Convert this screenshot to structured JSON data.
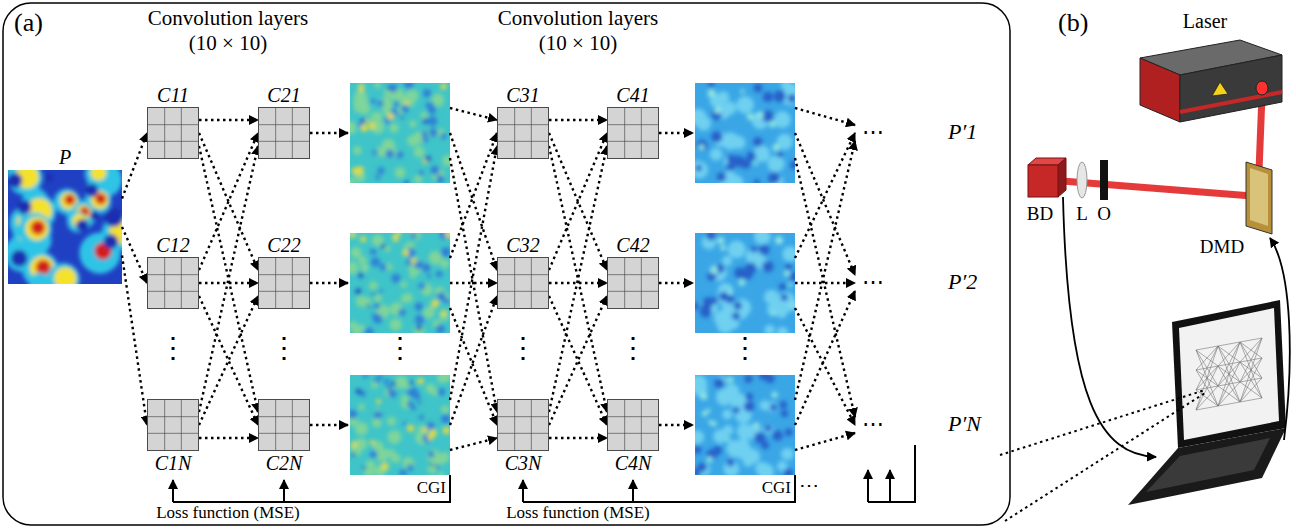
{
  "diagram": {
    "nodes": [
      {
        "text": [
          "P"
        ]
      },
      {
        "text": [
          "C11"
        ]
      },
      {
        "text": [
          "C12"
        ]
      },
      {
        "text": [
          "C1N"
        ]
      },
      {
        "text": [
          "C21"
        ]
      },
      {
        "text": [
          "C22"
        ]
      },
      {
        "text": [
          "C2N"
        ]
      },
      {
        "text": [
          "C31"
        ]
      },
      {
        "text": [
          "C32"
        ]
      },
      {
        "text": [
          "C3N"
        ]
      },
      {
        "text": [
          "C41"
        ]
      },
      {
        "text": [
          "C42"
        ]
      },
      {
        "text": [
          "C4N"
        ]
      }
    ],
    "edges": [
      {
        "from": 0,
        "to": 1,
        "arrow": "to"
      },
      {
        "from": 0,
        "to": 2,
        "arrow": "to"
      },
      {
        "from": 0,
        "to": 3,
        "arrow": "to"
      },
      {
        "from": 1,
        "to": 4,
        "arrow": "to"
      },
      {
        "from": 1,
        "to": 5,
        "arrow": "to"
      },
      {
        "from": 1,
        "to": 6,
        "arrow": "to"
      },
      {
        "from": 2,
        "to": 4,
        "arrow": "to"
      },
      {
        "from": 2,
        "to": 5,
        "arrow": "to"
      },
      {
        "from": 2,
        "to": 6,
        "arrow": "to"
      },
      {
        "from": 3,
        "to": 4,
        "arrow": "to"
      },
      {
        "from": 3,
        "to": 5,
        "arrow": "to"
      },
      {
        "from": 3,
        "to": 6,
        "arrow": "to"
      },
      {
        "from": 7,
        "to": 10,
        "arrow": "to"
      },
      {
        "from": 7,
        "to": 11,
        "arrow": "to"
      },
      {
        "from": 7,
        "to": 12,
        "arrow": "to"
      },
      {
        "from": 8,
        "to": 10,
        "arrow": "to"
      },
      {
        "from": 8,
        "to": 11,
        "arrow": "to"
      },
      {
        "from": 8,
        "to": 12,
        "arrow": "to"
      },
      {
        "from": 9,
        "to": 10,
        "arrow": "to"
      },
      {
        "from": 9,
        "to": 11,
        "arrow": "to"
      },
      {
        "from": 9,
        "to": 12,
        "arrow": "to"
      }
    ],
    "labels": [
      "(a)",
      "Convolution layers",
      "(10 × 10)",
      "Convolution layers",
      "(10 × 10)",
      "⋮",
      "⋮",
      "⋮",
      "⋮",
      "⋮",
      "⋮",
      "CGI",
      "Loss function (MSE)",
      "CGI",
      "⋯",
      "Loss function (MSE)",
      "⋯",
      "P′1",
      "⋯",
      "P′2",
      "⋯",
      "P′N",
      "(b)",
      "Laser",
      "BD",
      "L",
      "O",
      "DMD"
    ]
  }
}
